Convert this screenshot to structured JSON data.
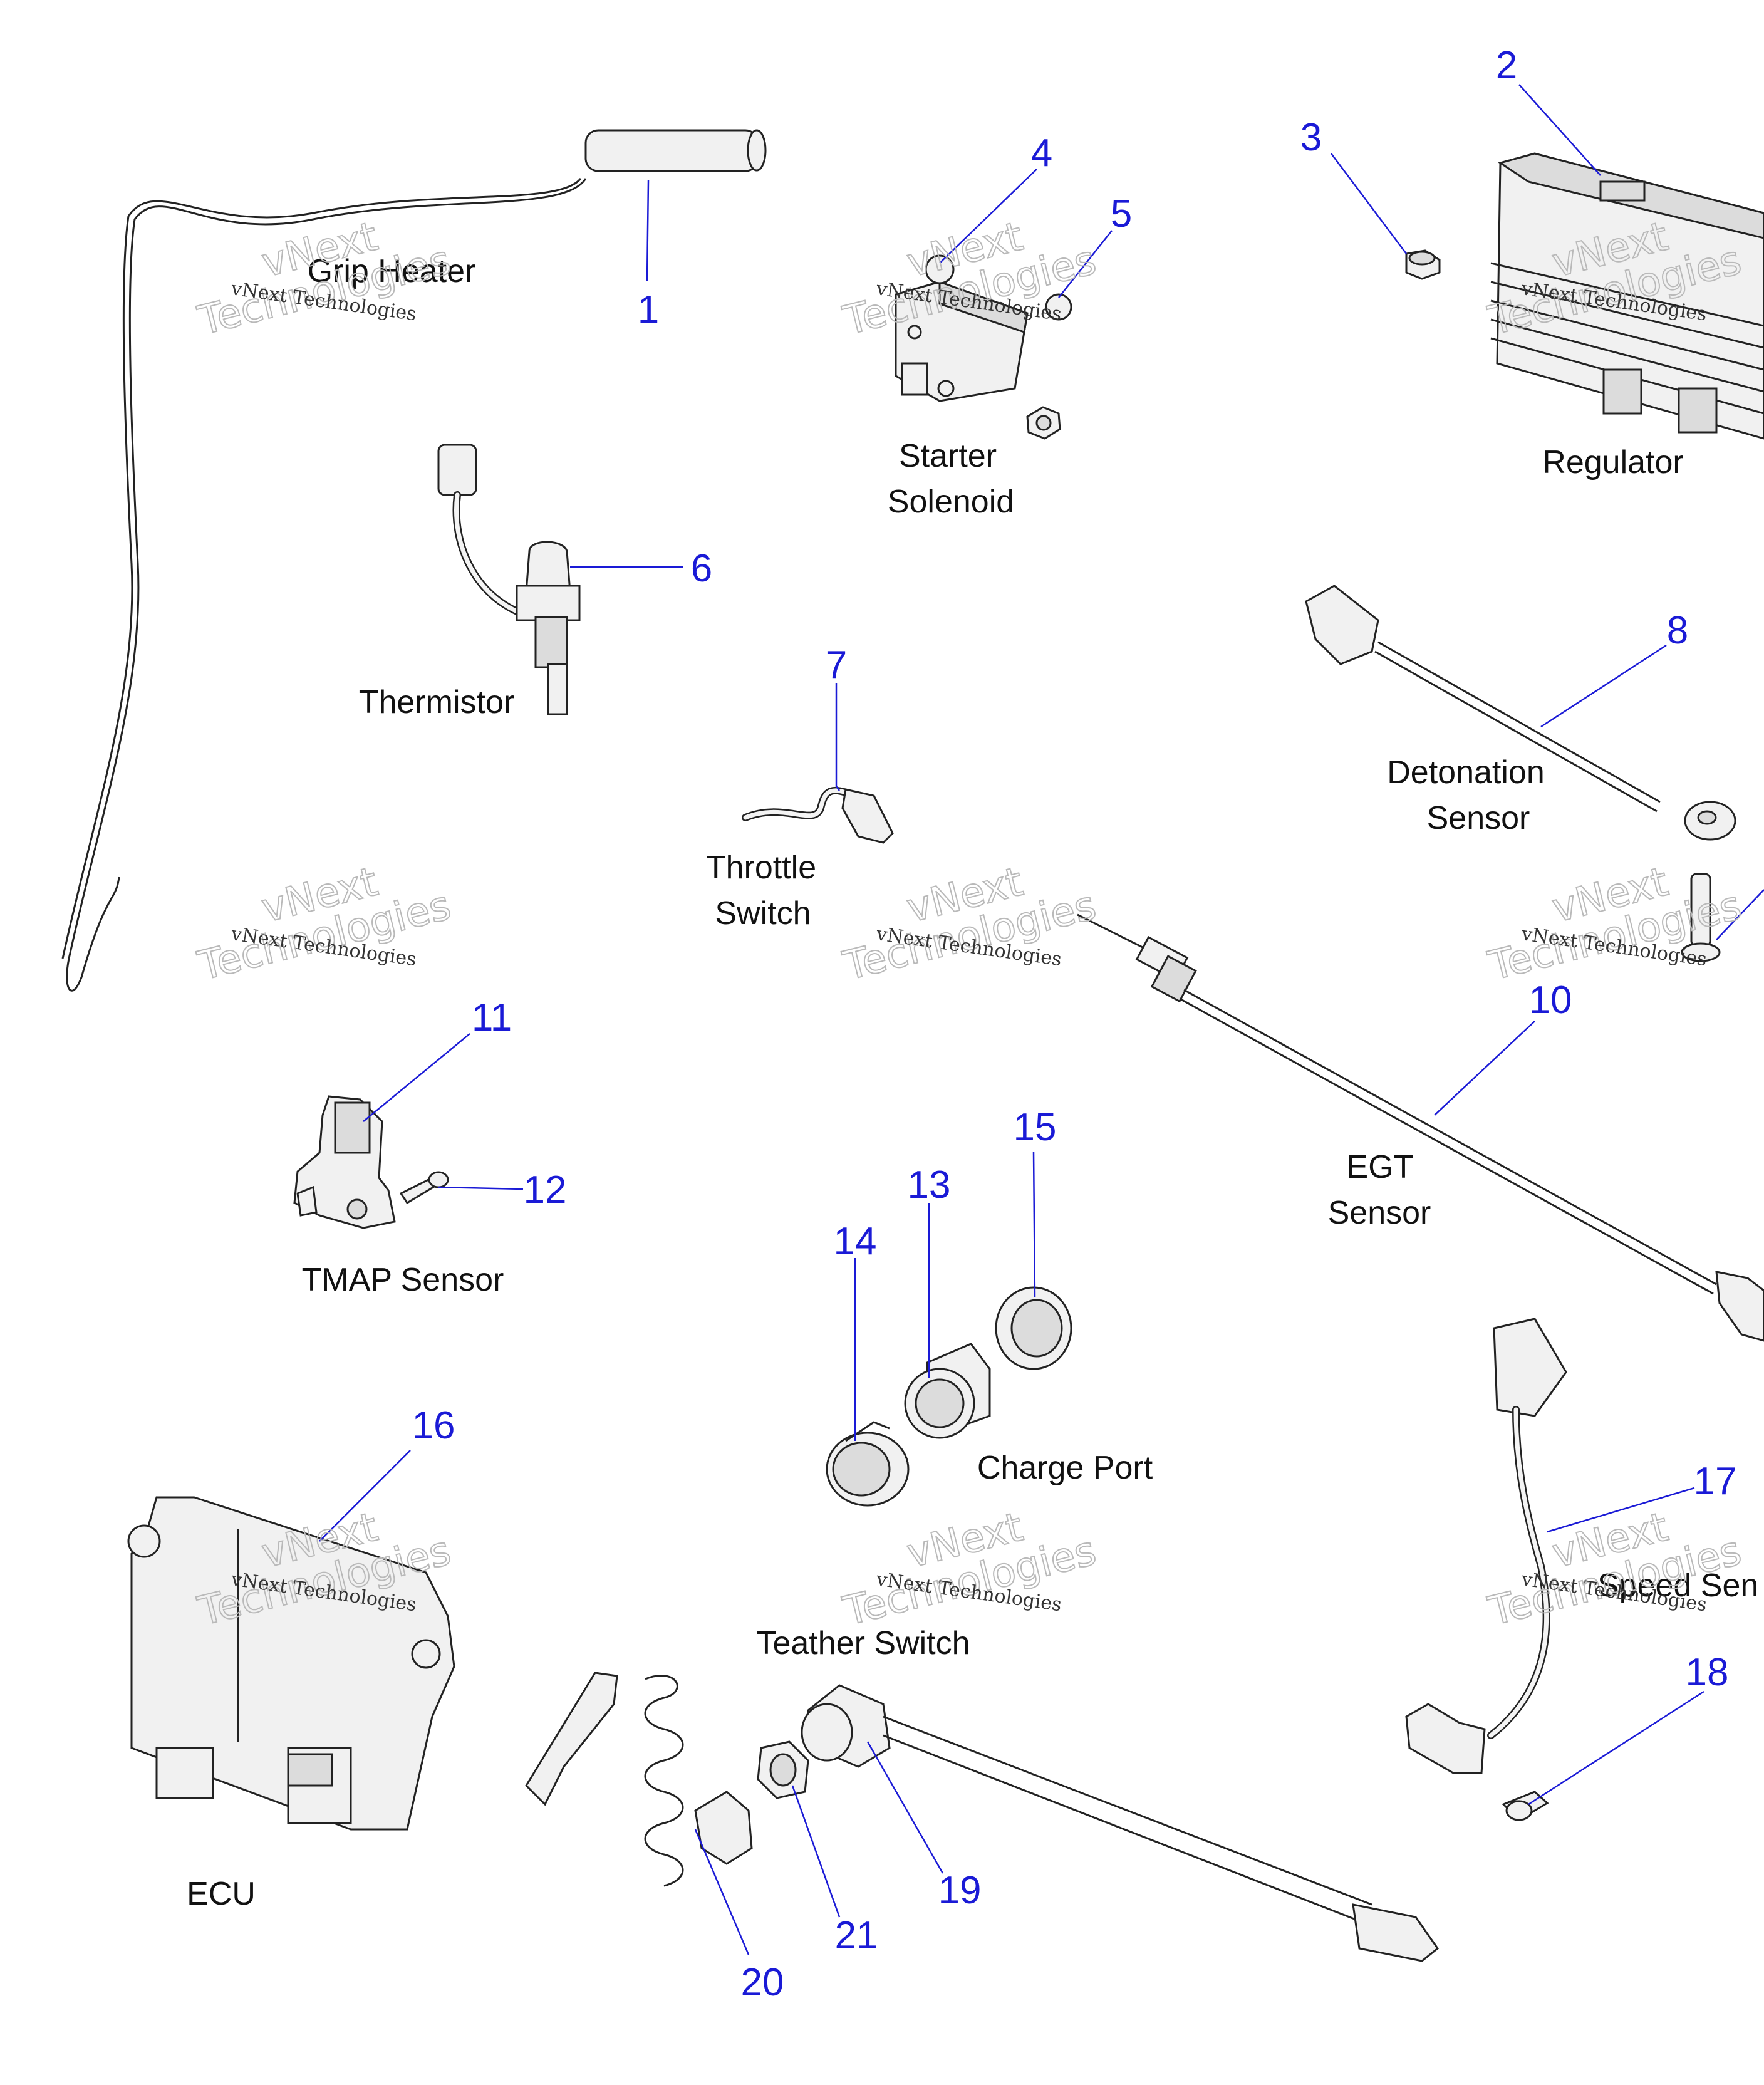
{
  "callouts": [
    {
      "n": "1"
    },
    {
      "n": "2"
    },
    {
      "n": "3"
    },
    {
      "n": "4"
    },
    {
      "n": "5"
    },
    {
      "n": "6"
    },
    {
      "n": "7"
    },
    {
      "n": "8"
    },
    {
      "n": "10"
    },
    {
      "n": "11"
    },
    {
      "n": "12"
    },
    {
      "n": "13"
    },
    {
      "n": "14"
    },
    {
      "n": "15"
    },
    {
      "n": "16"
    },
    {
      "n": "17"
    },
    {
      "n": "18"
    },
    {
      "n": "19"
    },
    {
      "n": "20"
    },
    {
      "n": "21"
    }
  ],
  "labels": {
    "grip_heater": "Grip Heater",
    "starter": "Starter",
    "solenoid": "Solenoid",
    "regulator": "Regulator",
    "thermistor": "Thermistor",
    "detonation": "Detonation",
    "sensor_det": "Sensor",
    "throttle": "Throttle",
    "switch": "Switch",
    "egt": "EGT",
    "sensor_egt": "Sensor",
    "tmap": "TMAP Sensor",
    "charge_port": "Charge Port",
    "ecu": "ECU",
    "teather": "Teather Switch",
    "speed": "Speed Sen"
  },
  "watermark": {
    "line1": "vNext Technologies",
    "line2a": "vNext",
    "line2b": "Technologies"
  }
}
